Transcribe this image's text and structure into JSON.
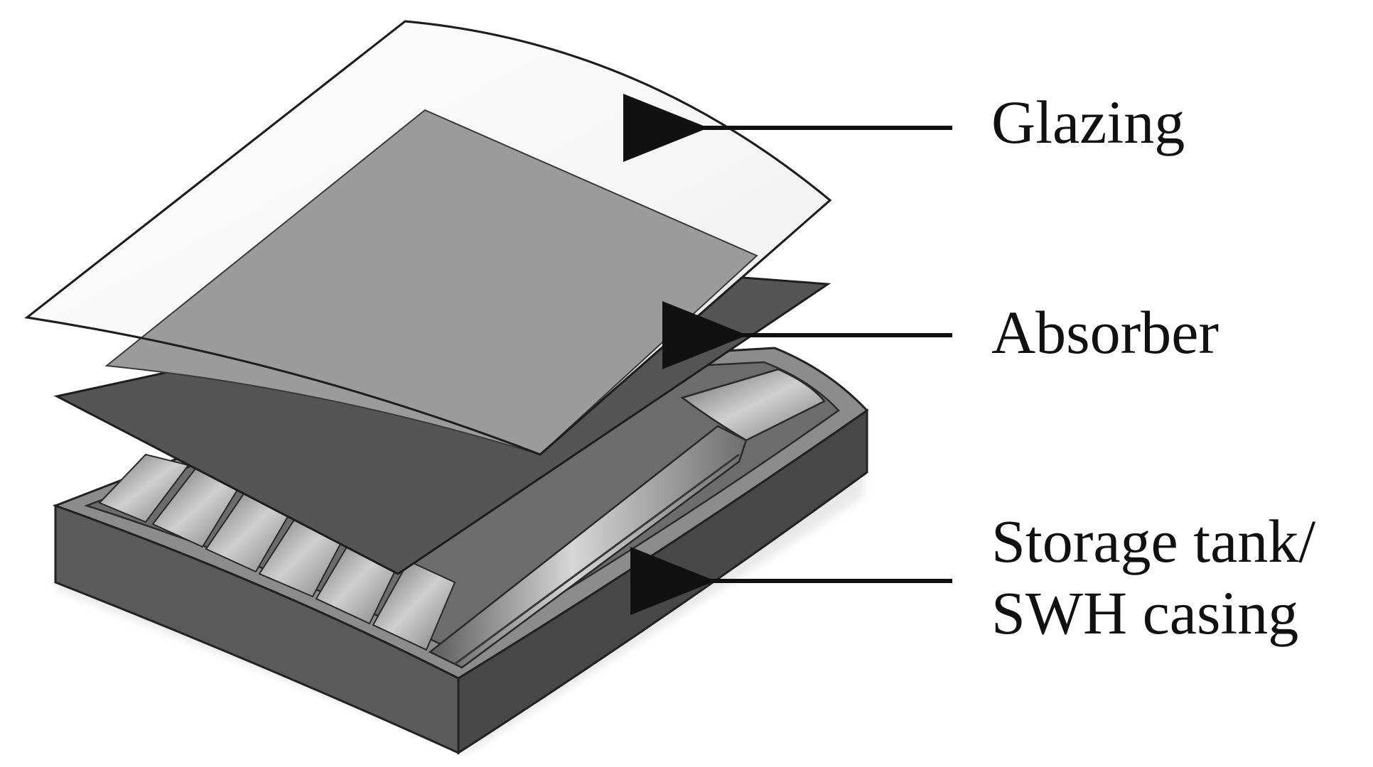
{
  "labels": {
    "glazing": "Glazing",
    "absorber": "Absorber",
    "storage_line1": "Storage tank/",
    "storage_line2": "SWH casing"
  },
  "colors": {
    "background": "#ffffff",
    "casing_top": "#8e8e8e",
    "casing_front": "#5a5a5a",
    "casing_side": "#4a4a4a",
    "absorber": "#555555",
    "glazing": "#f6f6f6",
    "glazing_over_absorber": "#9a9a9a",
    "arrow": "#111111"
  }
}
